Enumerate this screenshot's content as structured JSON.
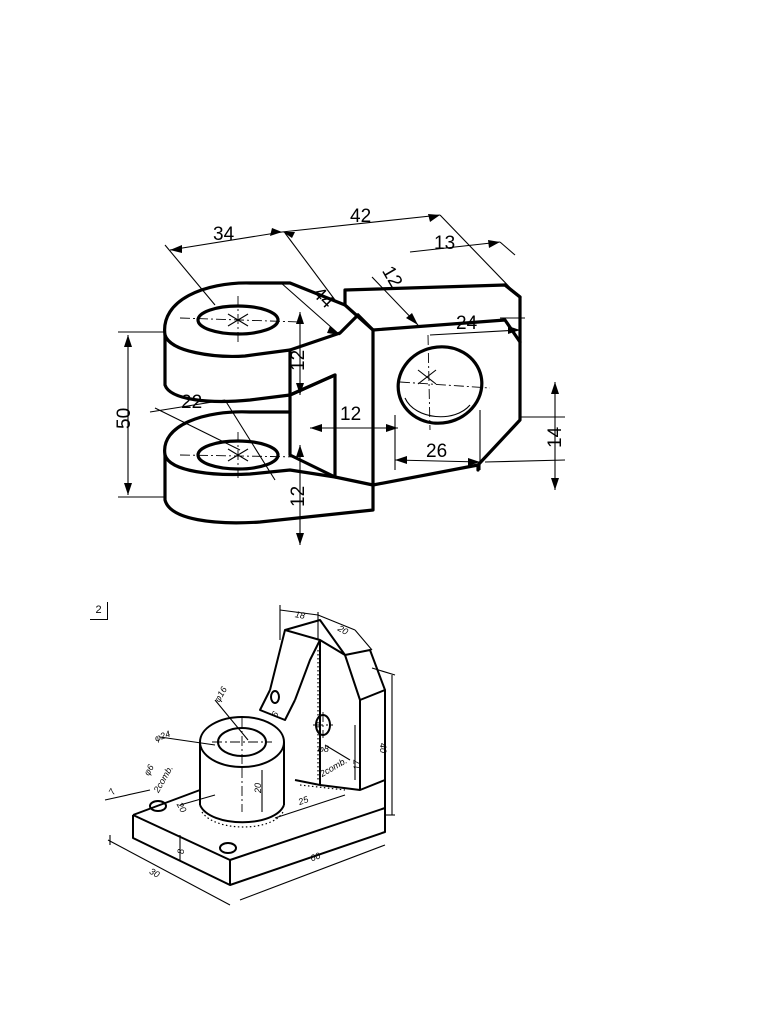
{
  "figure1": {
    "dims": {
      "d34": "34",
      "d42": "42",
      "d13": "13",
      "d12_top": "12",
      "d44": "44",
      "d24": "24",
      "d12_mid_v": "12",
      "d50": "50",
      "d22": "22",
      "d12_h": "12",
      "d26": "26",
      "d14": "14",
      "d12_bot": "12"
    }
  },
  "figure2": {
    "label": "2",
    "dims": {
      "d18": "18",
      "d20_top": "20",
      "d16": "φ16",
      "d6": "6",
      "d24": "φ24",
      "d40": "40",
      "d17": "17",
      "d8": "φ8",
      "d2comb_r": "2comb.",
      "d6b": "φ6",
      "d2comb_l": "2comb.",
      "d7": "7",
      "d20_mid": "20",
      "d20_cyl": "20",
      "d25": "25",
      "d8_h": "8",
      "d30": "30",
      "d60": "60"
    }
  }
}
